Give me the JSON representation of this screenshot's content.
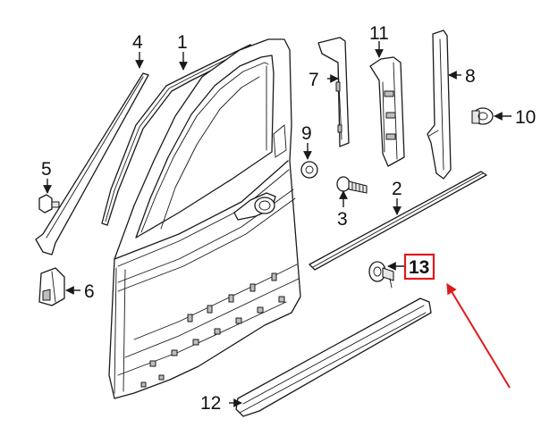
{
  "callouts": {
    "c1": "1",
    "c2": "2",
    "c3": "3",
    "c4": "4",
    "c5": "5",
    "c6": "6",
    "c7": "7",
    "c8": "8",
    "c9": "9",
    "c10": "10",
    "c11": "11",
    "c12": "12",
    "c13": "13"
  },
  "highlight": {
    "callout": "13",
    "box_color": "#e0191b",
    "arrow_color": "#e0191b"
  }
}
